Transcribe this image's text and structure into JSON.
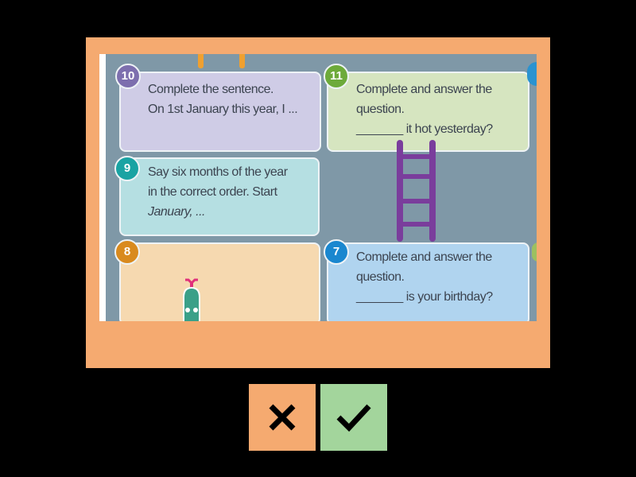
{
  "board": {
    "squares": [
      {
        "number": "10",
        "lines": [
          "Complete the sentence.",
          "On 1st January this year, I ..."
        ],
        "color": "#cfcce6",
        "badge_color": "#7d6fae"
      },
      {
        "number": "11",
        "lines": [
          "Complete and answer the",
          "question.",
          "_______ it hot yesterday?"
        ],
        "color": "#d6e5c0",
        "badge_color": "#6daa3a"
      },
      {
        "number": "9",
        "lines": [
          "Say six months of the year",
          "in the correct order. Start",
          "January, ..."
        ],
        "color": "#b5dfe2",
        "badge_color": "#1aa3a3"
      },
      {
        "number": "8",
        "lines": [],
        "color": "#f6d9b0",
        "badge_color": "#d98a1e"
      },
      {
        "number": "7",
        "lines": [
          "Complete and answer the",
          "question.",
          "_______ is your birthday?"
        ],
        "color": "#b0d4ef",
        "badge_color": "#1a87cf"
      }
    ]
  },
  "buttons": {
    "wrong_icon": "x-icon",
    "right_icon": "check-icon",
    "wrong_color": "#f5aa70",
    "right_color": "#a3d59c"
  }
}
